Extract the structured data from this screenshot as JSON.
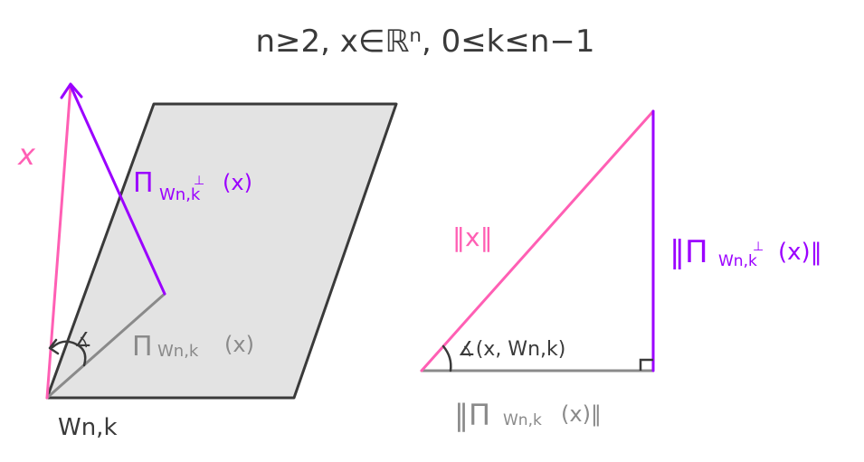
{
  "title": "n≥2,  x∈ℝⁿ,  0≤k≤n−1",
  "left_diagram": {
    "vector_label": "x",
    "orth_projection_label": "Π",
    "orth_projection_sub": "Wn,k",
    "orth_projection_sup": "⊥",
    "orth_projection_arg": "(x)",
    "projection_label": "Π",
    "projection_sub": "Wn,k",
    "projection_arg": "(x)",
    "angle_label": "∡",
    "subspace_label": "Wn,k"
  },
  "right_diagram": {
    "hypotenuse_label": "‖x‖",
    "vertical_open": "‖Π",
    "vertical_sub": "Wn,k",
    "vertical_sup": "⊥",
    "vertical_close": "(x)‖",
    "base_open": "‖Π",
    "base_sub": "Wn,k",
    "base_close": "(x)‖",
    "angle_label": "∡(x, Wn,k)"
  },
  "colors": {
    "pink": "#ff5fb4",
    "purple": "#9b00ff",
    "gray": "#888888",
    "dark": "#3a3a3a",
    "plane_fill": "#e3e3e3"
  }
}
